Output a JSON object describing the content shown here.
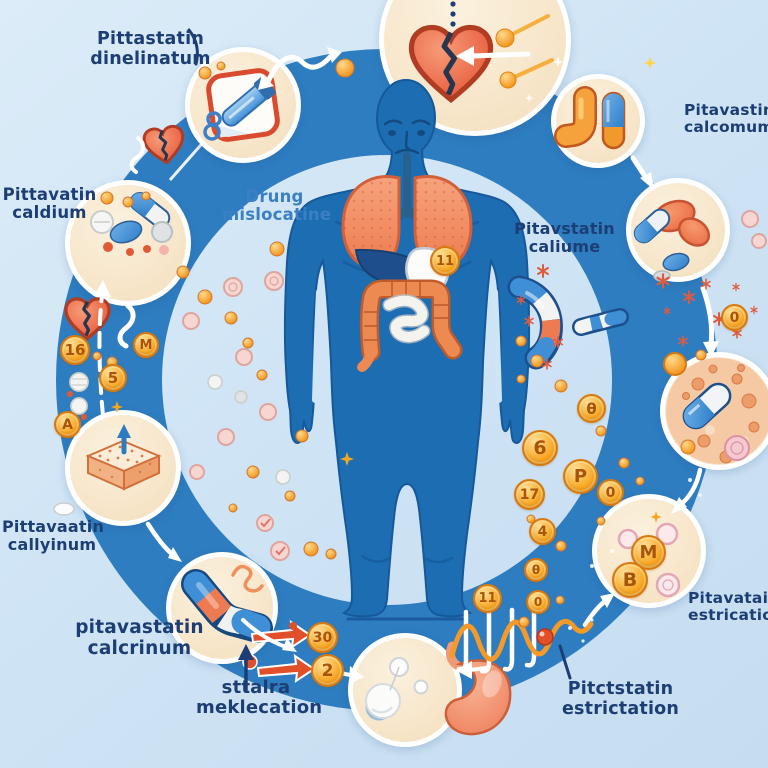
{
  "scene": {
    "background": "#cfe4f5",
    "ring_color": "#2e7dc0",
    "body_color": "#1d6db3",
    "label_color": "#1c3e74",
    "drug_label_color": "#3b7fc4",
    "badge_fill": "#f6e3c5",
    "coin_color": "#f7a722",
    "organ_color": "#ee7c50"
  },
  "labels": {
    "top": {
      "line1": "Pittastatin",
      "line2": "dinelinatum"
    },
    "left": {
      "line1": "Pittavatin",
      "line2": "caldium"
    },
    "drug": {
      "line1": "Drung",
      "line2": "mislocatine"
    },
    "top_right": {
      "line1": "Pitavastin",
      "line2": "calcomum"
    },
    "mid_right": {
      "line1": "Pitavstatin",
      "line2": "caliume"
    },
    "left_lower": {
      "line1": "Pittavaatin",
      "line2": "callyinum"
    },
    "bottom_left": {
      "line1": "pitavastatin",
      "line2": "calcrinum"
    },
    "bottom_center": {
      "line1": "sttalra",
      "line2": "meklecation"
    },
    "bottom_right": {
      "line1": "Pitctstatin",
      "line2": "estrictation"
    },
    "right_lower": {
      "line1": "Pitavatain",
      "line2": "estrication"
    }
  },
  "coins": [
    {
      "glyph": "16"
    },
    {
      "glyph": "M"
    },
    {
      "glyph": "5"
    },
    {
      "glyph": "A"
    },
    {
      "glyph": "11"
    },
    {
      "glyph": "θ"
    },
    {
      "glyph": "6"
    },
    {
      "glyph": "P"
    },
    {
      "glyph": "17"
    },
    {
      "glyph": "0"
    },
    {
      "glyph": "4"
    },
    {
      "glyph": "θ"
    },
    {
      "glyph": "0"
    },
    {
      "glyph": "M"
    },
    {
      "glyph": "B"
    },
    {
      "glyph": "30"
    },
    {
      "glyph": "2"
    },
    {
      "glyph": "11"
    },
    {
      "glyph": "0"
    }
  ]
}
